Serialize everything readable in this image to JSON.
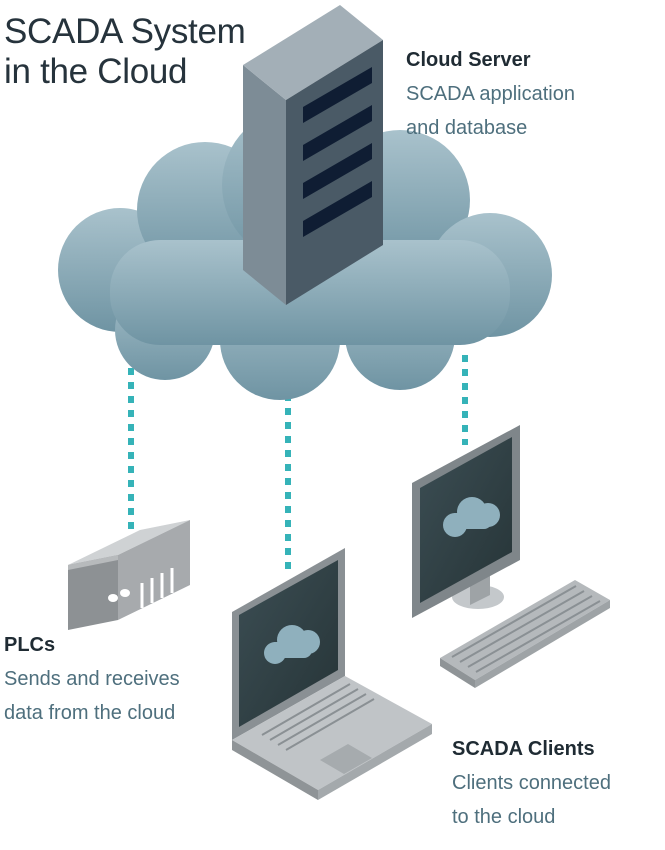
{
  "title": {
    "line1": "SCADA System",
    "line2": "in the Cloud"
  },
  "server": {
    "name": "Cloud Server",
    "desc_line1": "SCADA application",
    "desc_line2": "and database"
  },
  "plcs": {
    "name": "PLCs",
    "desc_line1": "Sends and receives",
    "desc_line2": "data from the cloud"
  },
  "clients": {
    "name": "SCADA Clients",
    "desc_line1": "Clients connected",
    "desc_line2": "to the cloud"
  },
  "colors": {
    "cloud": "#8fb0bd",
    "connector": "#35b3b8",
    "server_front": "#4a5a66",
    "server_slot": "#0f1d33",
    "device_gray": "#a7aaad",
    "screen": "#2f3f44",
    "title_text": "#26333c",
    "desc_text": "#4e6f7d"
  },
  "icons": [
    "cloud-shape",
    "server-tower-icon",
    "plc-device-icon",
    "laptop-icon",
    "desktop-monitor-icon",
    "keyboard-icon",
    "mini-cloud-icon"
  ]
}
